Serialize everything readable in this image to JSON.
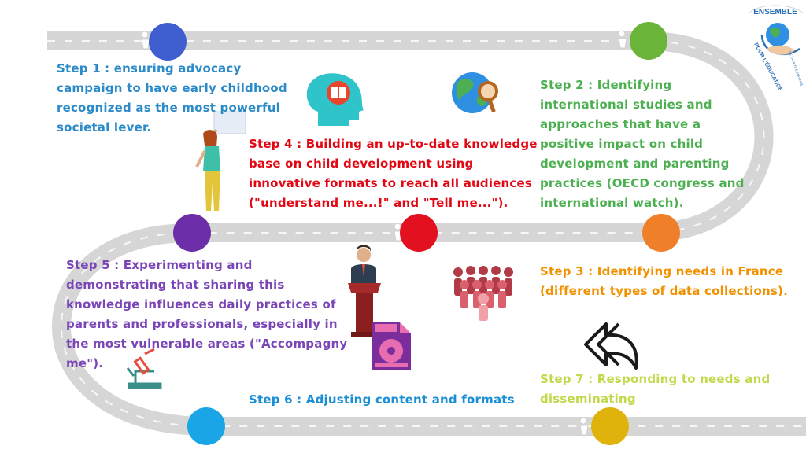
{
  "colors": {
    "road": "#d6d6d6",
    "road_dash": "#ffffff",
    "step1": "#2b8bc9",
    "step2": "#4caf50",
    "step3": "#f29100",
    "step4": "#e30613",
    "step5": "#7a45b7",
    "step6": "#1a8fd6",
    "step7": "#c2d94c"
  },
  "milestones": {
    "step1": "#3f5fd0",
    "step2": "#6ab539",
    "step3": "#f07f2a",
    "step4": "#e31020",
    "step5": "#6b2da8",
    "step6": "#1aa5e6",
    "step7": "#e0b30c"
  },
  "steps": {
    "step1": "Step 1 : ensuring advocacy campaign to have early childhood recognized as the most powerful societal lever.",
    "step2": "Step 2 : Identifying international studies and approaches that have a positive impact on child development and parenting practices (OECD congress and international watch).",
    "step3": "Step 3 : Identifying needs in France (different types of data collections).",
    "step4": "Step 4 : Building an up-to-date knowledge base on child development using innovative formats to reach all audiences (\"understand me...!\" and \"Tell me...\").",
    "step5": "Step 5 : Experimenting and demonstrating  that sharing this knowledge influences daily practices of parents and professionals, especially in the most vulnerable areas (\"Accompagny me\").",
    "step6": "Step 6 : Adjusting content and formats",
    "step7": "Step 7 : Responding to needs and disseminating"
  },
  "logo": {
    "top_text": "ENSEMBLE",
    "side_text": "POUR L'ÉDUCATION",
    "small_text": "DE LA PETITE ENFANCE"
  },
  "icons": [
    "head-book-icon",
    "globe-magnifier-icon",
    "woman-with-sign-icon",
    "speaker-at-podium-icon",
    "crowd-icon",
    "media-file-icon",
    "microscope-icon",
    "return-arrow-icon"
  ]
}
